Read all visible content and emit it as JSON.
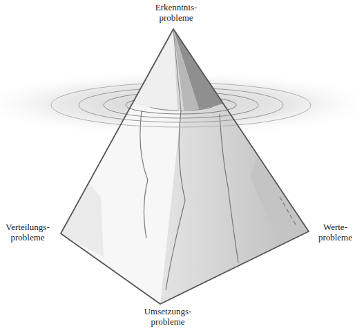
{
  "diagram": {
    "labels": [
      "Erkenntnis- probleme",
      "Verteilungs- probleme",
      "Werte- probleme",
      "Umsetzungs- probleme"
    ]
  }
}
